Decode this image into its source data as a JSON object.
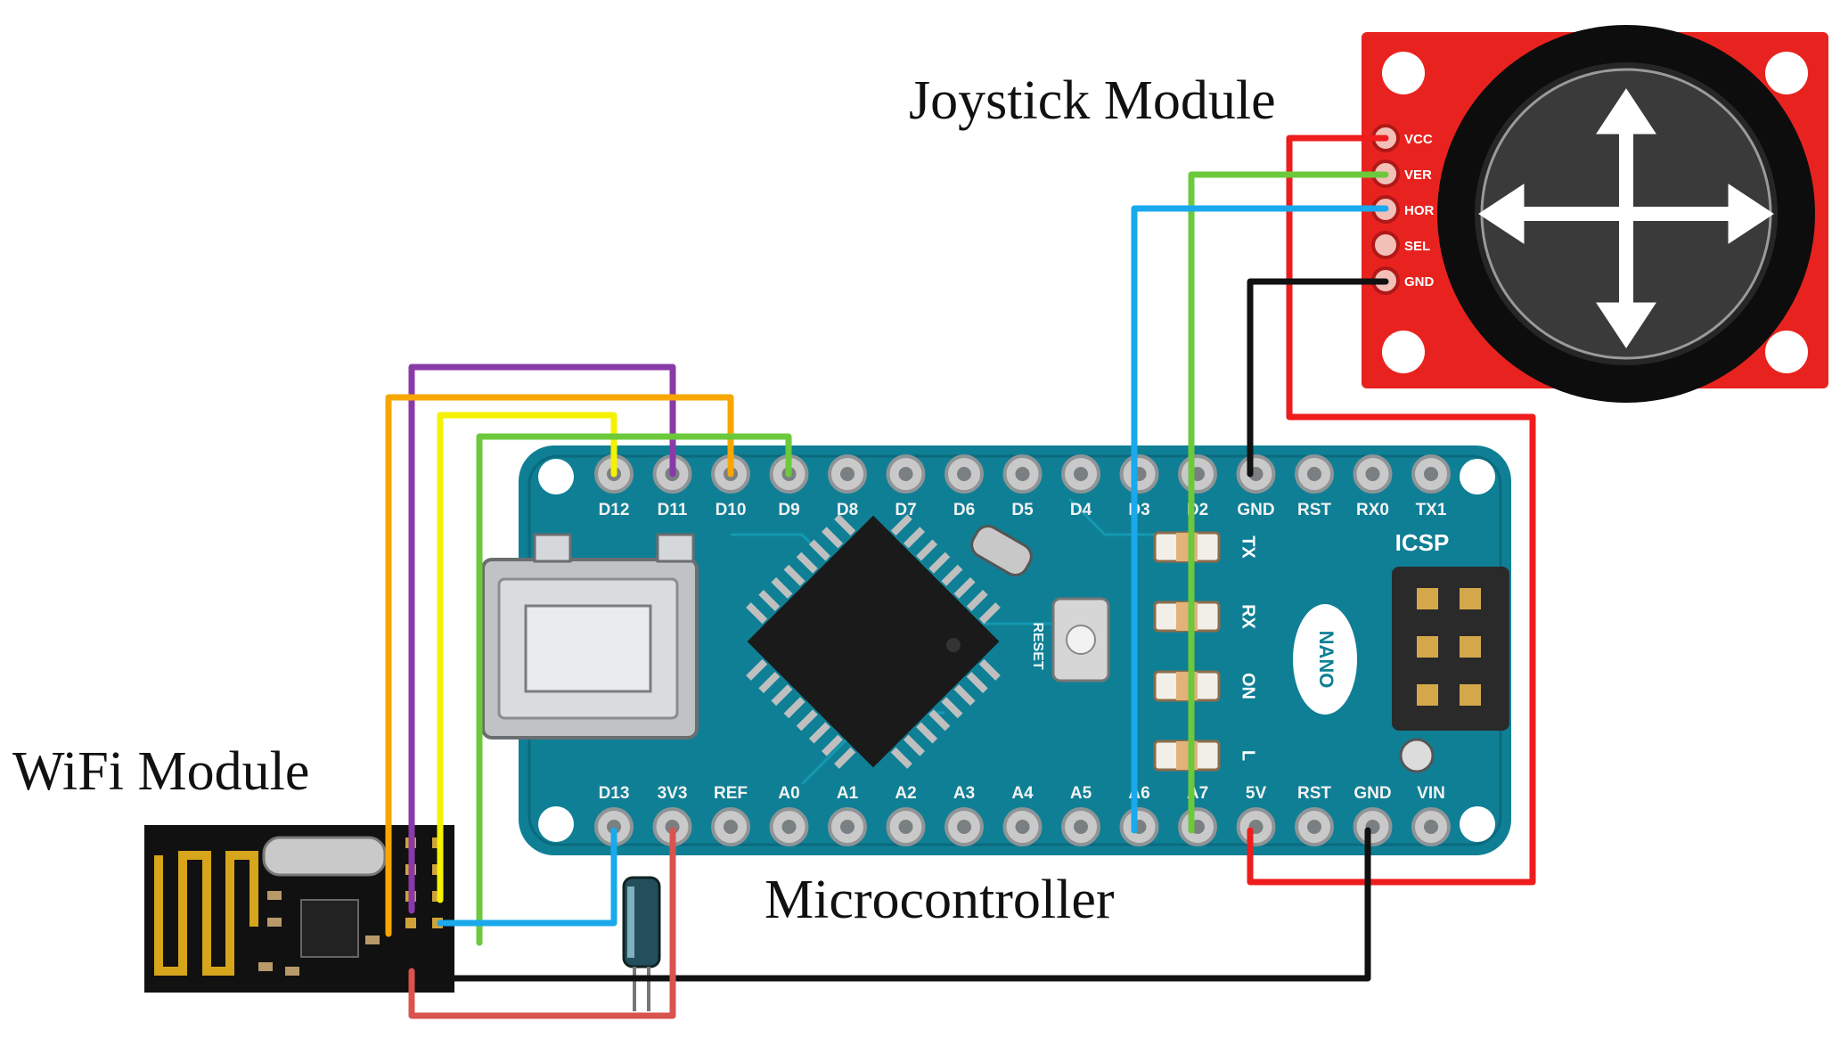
{
  "captions": {
    "joystick": "Joystick Module",
    "wifi": "WiFi Module",
    "microcontroller": "Microcontroller"
  },
  "board": {
    "top_pins": [
      "D12",
      "D11",
      "D10",
      "D9",
      "D8",
      "D7",
      "D6",
      "D5",
      "D4",
      "D3",
      "D2",
      "GND",
      "RST",
      "RX0",
      "TX1"
    ],
    "bottom_pins": [
      "D13",
      "3V3",
      "REF",
      "A0",
      "A1",
      "A2",
      "A3",
      "A4",
      "A5",
      "A6",
      "A7",
      "5V",
      "RST",
      "GND",
      "VIN"
    ],
    "icsp": "ICSP",
    "nano": "NANO",
    "reset": "RESET",
    "leds": [
      "TX",
      "RX",
      "ON",
      "L"
    ]
  },
  "joystick": {
    "pins": [
      "VCC",
      "VER",
      "HOR",
      "SEL",
      "GND"
    ]
  },
  "wire_colors": {
    "red": "#ee1c1c",
    "green": "#6cc93c",
    "blue": "#19a9ec",
    "black": "#111111",
    "yellow": "#f4f200",
    "purple": "#8a3aa8",
    "orange": "#f7a600",
    "salmon": "#d9534f"
  }
}
